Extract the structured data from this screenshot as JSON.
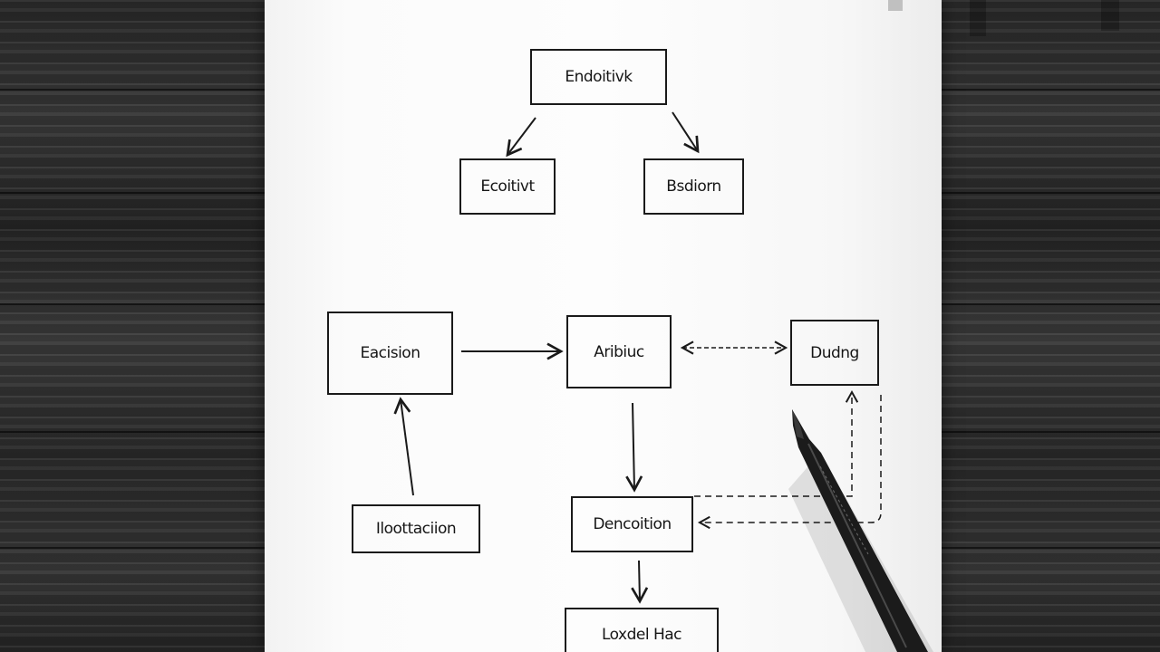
{
  "scene": {
    "description_icon": "pencil-icon",
    "paper_color": "#fbfbfb",
    "ink_color": "#1a1a1a",
    "table_color": "#2e2e2e"
  },
  "diagram": {
    "nodes": {
      "top": "Endoitivk",
      "top_left": "Ecoitivt",
      "top_right": "Bsdiorn",
      "middle_left": "Eacision",
      "middle_center": "Aribiuc",
      "middle_right": "Dudng",
      "bottom_left": "Iloottaciion",
      "bottom_center": "Dencoition",
      "bottom_footer": "Loxdel Hac"
    }
  }
}
